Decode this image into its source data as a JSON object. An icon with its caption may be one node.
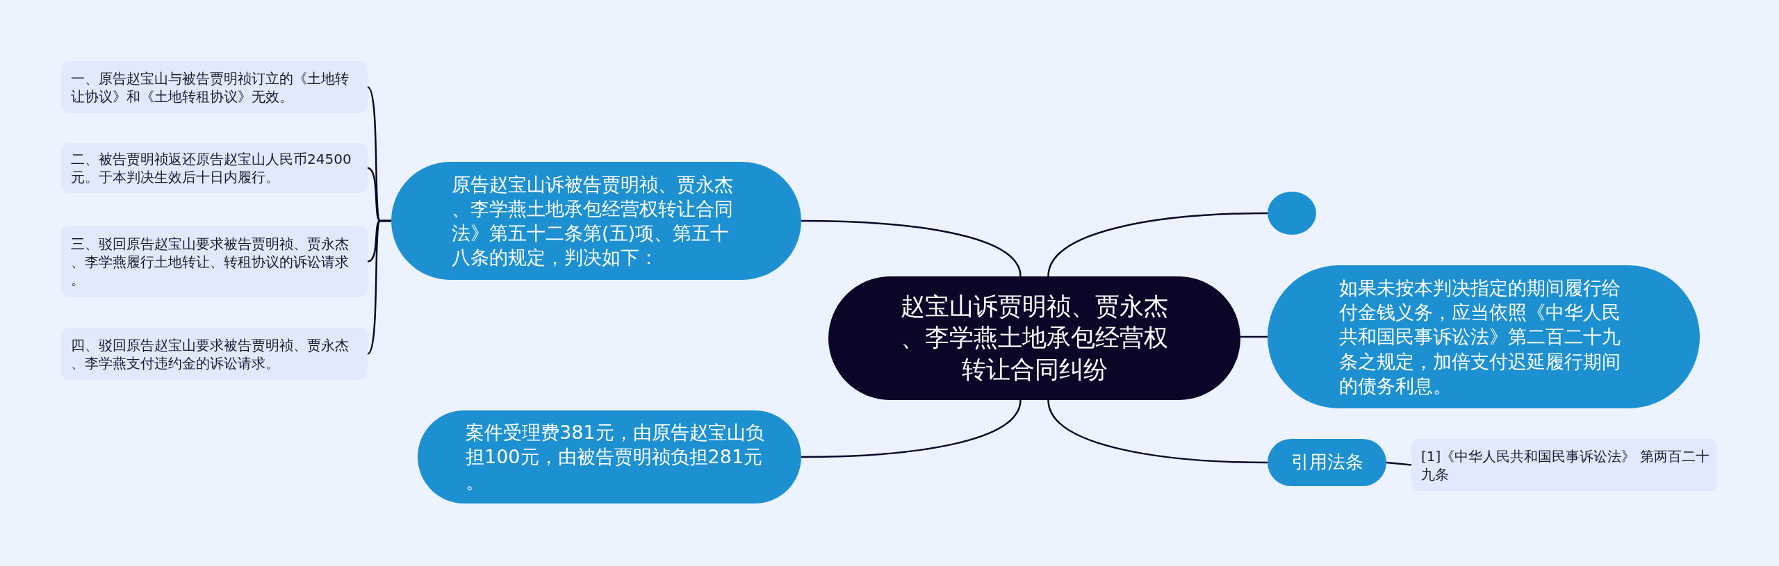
{
  "diagram": {
    "nodes": [
      {
        "text": [
          "赵宝山诉贾明祯、贾永杰、李学燕土地承包经营权转让合同纠纷"
        ]
      },
      {
        "text": [
          "原告赵宝山诉被告贾明祯、贾永杰、李学燕土地承包经营权转让合同法》第五十二条第(五)项、第五十八条的规定，判决如下："
        ]
      },
      {
        "text": [
          "一、原告赵宝山与被告贾明祯订立的《土地转让协议》和《土地转租协议》无效。"
        ]
      },
      {
        "text": [
          "二、被告贾明祯返还原告赵宝山人民币24500元。于本判决生效后十日内履行。"
        ]
      },
      {
        "text": [
          "三、驳回原告赵宝山要求被告贾明祯、贾永杰、李学燕履行土地转让、转租协议的诉讼请求。"
        ]
      },
      {
        "text": [
          "四、驳回原告赵宝山要求被告贾明祯、贾永杰、李学燕支付违约金的诉讼请求。"
        ]
      },
      {
        "text": [
          "案件受理费381元，由原告赵宝山负担100元，由被告贾明祯负担281元。"
        ]
      },
      {
        "text": [],
        "shape": "circle"
      },
      {
        "text": [
          "如果未按本判决指定的期间履行给付金钱义务，应当依照《中华人民共和国民事诉讼法》第二百二十九条之规定，加倍支付迟延履行期间的债务利息。"
        ]
      },
      {
        "text": [
          "引用法条"
        ]
      },
      {
        "text": [
          "[1]《中华人民共和国民事诉讼法》 第两百二十九条"
        ]
      }
    ],
    "edges": [
      {
        "from": 0,
        "to": 1,
        "arrow": "none"
      },
      {
        "from": 1,
        "to": 2,
        "arrow": "none"
      },
      {
        "from": 1,
        "to": 3,
        "arrow": "none"
      },
      {
        "from": 1,
        "to": 4,
        "arrow": "none"
      },
      {
        "from": 1,
        "to": 5,
        "arrow": "none"
      },
      {
        "from": 0,
        "to": 6,
        "arrow": "none"
      },
      {
        "from": 0,
        "to": 7,
        "arrow": "none"
      },
      {
        "from": 0,
        "to": 8,
        "arrow": "none"
      },
      {
        "from": 0,
        "to": 9,
        "arrow": "none"
      },
      {
        "from": 9,
        "to": 10,
        "arrow": "none"
      }
    ]
  }
}
